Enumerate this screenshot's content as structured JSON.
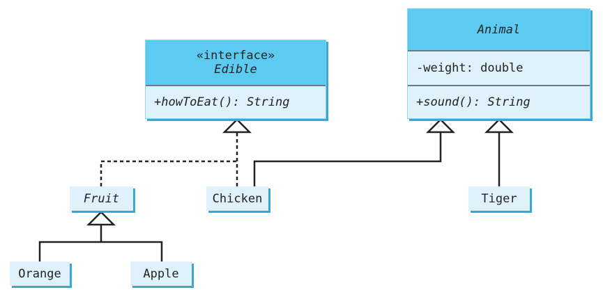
{
  "edible": {
    "stereotype": "«interface»",
    "name": "Edible",
    "methods": "+howToEat(): String"
  },
  "animal": {
    "name": "Animal",
    "fields": "-weight: double",
    "methods": "+sound(): String"
  },
  "classes": {
    "fruit": "Fruit",
    "chicken": "Chicken",
    "tiger": "Tiger",
    "orange": "Orange",
    "apple": "Apple"
  },
  "colors": {
    "header": "#5ccbf2",
    "body": "#dff2fb",
    "shadow": "#3aa6d6"
  }
}
